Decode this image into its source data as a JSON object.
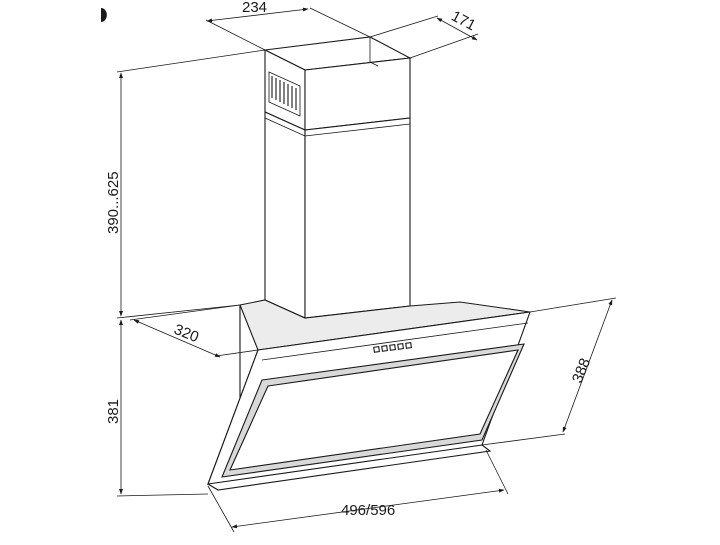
{
  "dimensions": {
    "chimney_width": "234",
    "chimney_depth": "171",
    "chimney_height": "390...625",
    "hood_depth": "320",
    "glass_height": "388",
    "hood_height": "381",
    "hood_width": "496/596"
  },
  "colors": {
    "line": "#1a1a1a",
    "background": "#ffffff",
    "shade": "#d9d9d9"
  }
}
